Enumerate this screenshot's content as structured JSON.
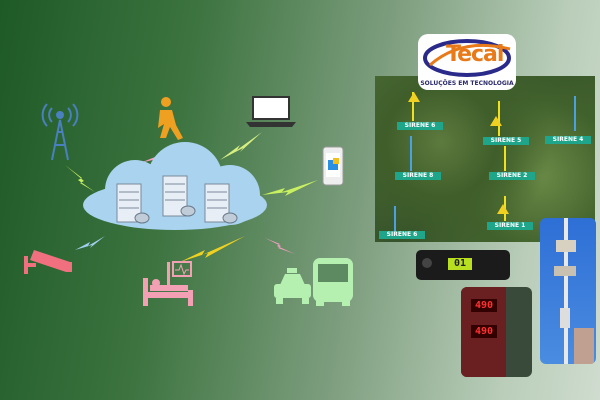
{
  "logo": {
    "brand": "Tecal",
    "tagline": "SOLUÇÕES EM TECNOLOGIA",
    "colors": {
      "orange": "#e87a1a",
      "navy": "#2a2a8a"
    }
  },
  "map": {
    "sirens": [
      {
        "label": "SIRENE 6",
        "alert": true
      },
      {
        "label": "SIRENE 5",
        "alert": true
      },
      {
        "label": "SIRENE 4",
        "alert": false
      },
      {
        "label": "SIRENE 8",
        "alert": false
      },
      {
        "label": "SIRENE 2",
        "alert": true
      },
      {
        "label": "SIRENE 6",
        "alert": false
      },
      {
        "label": "SIRENE 1",
        "alert": true
      }
    ]
  },
  "radio": {
    "display": "01"
  },
  "board": {
    "display_top": "490",
    "display_bottom": "490"
  },
  "icons": [
    "cell-tower-icon",
    "pedestrian-icon",
    "laptop-icon",
    "smartphone-icon",
    "cctv-camera-icon",
    "hospital-bed-icon",
    "taxi-icon",
    "bus-icon",
    "cloud-servers-icon"
  ],
  "colors": {
    "cloud": "#a9d3ee",
    "tower": "#4a7fc0",
    "pink": "#f08aa0",
    "vehicle": "#b6f0b0",
    "bolt_green": "#c8f060",
    "bolt_yellow": "#f0d020"
  }
}
